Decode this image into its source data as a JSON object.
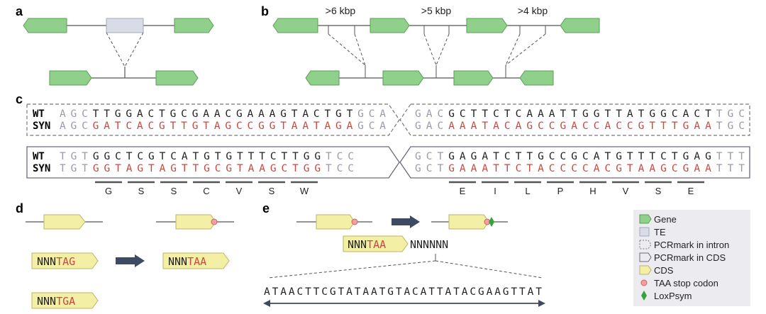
{
  "panels": {
    "a": "a",
    "b": "b",
    "c": "c",
    "d": "d",
    "e": "e"
  },
  "panel_b": {
    "gap_labels": [
      ">6 kbp",
      ">5 kbp",
      ">4 kbp"
    ]
  },
  "panel_c": {
    "row_labels": [
      "WT",
      "SYN"
    ],
    "intron_left": {
      "wt": [
        [
          "AGC",
          "flank"
        ],
        [
          "TTGGACTGCGAACGAAAGTACTGT",
          "core"
        ],
        [
          "GCA",
          "flank"
        ]
      ],
      "syn": [
        [
          "AGC",
          "flank"
        ],
        [
          "GATCACGTTGTAGCCGGTAATAGA",
          "mut"
        ],
        [
          "GCA",
          "flank"
        ]
      ]
    },
    "intron_right": {
      "wt": [
        [
          "GAC",
          "flank"
        ],
        [
          "GCTTCTCAAATTGGTTATGGCACT",
          "core"
        ],
        [
          "TGC",
          "flank"
        ]
      ],
      "syn": [
        [
          "GAC",
          "flank"
        ],
        [
          "AAATACAGCCGACCACCGTTTGAA",
          "mut"
        ],
        [
          "TGC",
          "flank"
        ]
      ]
    },
    "cds_left": {
      "wt": [
        [
          "TGT",
          "flank"
        ],
        [
          "GGCTCGTCATGTGTTTCTTGG",
          "core"
        ],
        [
          "TCC",
          "flank"
        ]
      ],
      "syn": [
        [
          "TGT",
          "flank"
        ],
        [
          "GGTAGTAGTTGCGTAAGCTGG",
          "mut"
        ],
        [
          "TCC",
          "flank"
        ]
      ]
    },
    "cds_right": {
      "wt": [
        [
          "GCT",
          "flank"
        ],
        [
          "GAGATCTTGCCGCATGTTTCTGAG",
          "core"
        ],
        [
          "TTT",
          "flank"
        ]
      ],
      "syn": [
        [
          "GCT",
          "flank"
        ],
        [
          "GAAATTCTACCCCACGTAAGCGAA",
          "mut"
        ],
        [
          "TTT",
          "flank"
        ]
      ]
    },
    "amino_acids_left": [
      "G",
      "S",
      "S",
      "C",
      "V",
      "S",
      "W"
    ],
    "amino_acids_right": [
      "E",
      "I",
      "L",
      "P",
      "H",
      "V",
      "S",
      "E"
    ]
  },
  "panel_d": {
    "original_codons": [
      [
        "NNN",
        "black"
      ],
      [
        "TAG",
        "red"
      ]
    ],
    "original_codons_2": [
      [
        "NNN",
        "black"
      ],
      [
        "TGA",
        "red"
      ]
    ],
    "replaced_codon": [
      [
        "NNN",
        "black"
      ],
      [
        "TAA",
        "red"
      ]
    ]
  },
  "panel_e": {
    "codon": [
      [
        "NNN",
        "black"
      ],
      [
        "TAA",
        "red"
      ]
    ],
    "insert_short": "NNNNNN",
    "loxpsym_sequence": "ATAACTTCGTATAATGTACATTATACGAAGTTAT"
  },
  "legend": {
    "items": [
      {
        "key": "gene",
        "label": "Gene"
      },
      {
        "key": "te",
        "label": "TE"
      },
      {
        "key": "pcr_intron",
        "label": "PCRmark in intron"
      },
      {
        "key": "pcr_cds",
        "label": "PCRmark in CDS"
      },
      {
        "key": "cds",
        "label": "CDS"
      },
      {
        "key": "stop",
        "label": "TAA stop codon"
      },
      {
        "key": "lox",
        "label": "LoxPsym"
      }
    ]
  },
  "colors": {
    "gene_fill": "#8fd08a",
    "gene_stroke": "#5a9e55",
    "te_fill": "#d9dbe6",
    "te_stroke": "#a4a8ba",
    "cds_fill": "#f3f0a6",
    "cds_stroke": "#b9b36a",
    "mutation_red": "#c24b44",
    "flank_gray": "#9a9aaa",
    "stop_fill": "#f3a0a0",
    "lox_green": "#33a33a",
    "arrow_navy": "#3c4a63",
    "legend_bg": "#ececf0"
  }
}
